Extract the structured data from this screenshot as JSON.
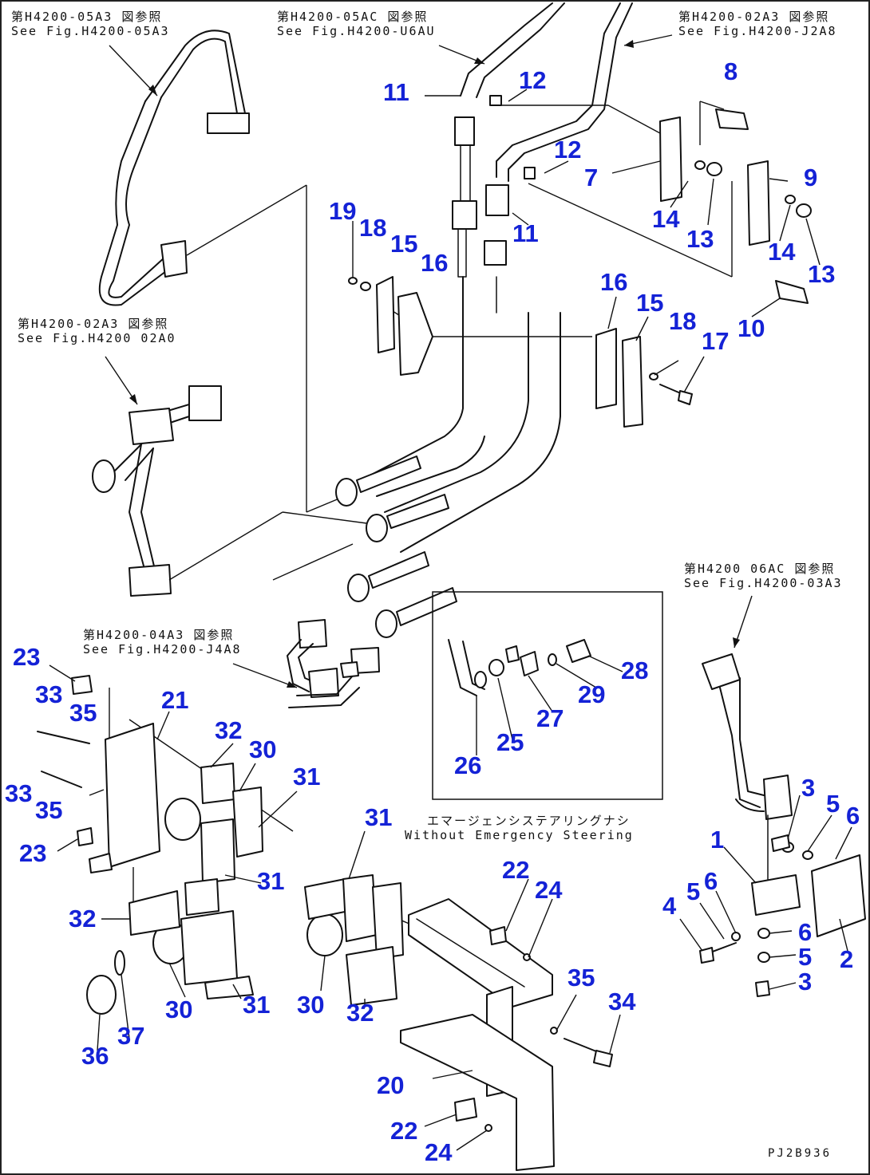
{
  "drawing_number": "PJ2B936",
  "references": {
    "top_left": {
      "jp": "第H4200-05A3 図参照",
      "en": "See Fig.H4200-05A3"
    },
    "top_center": {
      "jp": "第H4200-05AC 図参照",
      "en": "See Fig.H4200-U6AU"
    },
    "top_right": {
      "jp": "第H4200-02A3 図参照",
      "en": "See Fig.H4200-J2A8"
    },
    "mid_left": {
      "jp": "第H4200-02A3 図参照",
      "en": "See Fig.H4200 02A0"
    },
    "right": {
      "jp": "第H4200 06AC 図参照",
      "en": "See Fig.H4200-03A3"
    },
    "lower_left": {
      "jp": "第H4200-04A3 図参照",
      "en": "See Fig.H4200-J4A8"
    }
  },
  "inset_caption": {
    "jp": "エマージェンシステアリングナシ",
    "en": "Without Emergency Steering"
  },
  "callouts": [
    "1",
    "2",
    "3",
    "4",
    "5",
    "6",
    "7",
    "8",
    "9",
    "10",
    "11",
    "12",
    "13",
    "14",
    "15",
    "16",
    "17",
    "18",
    "19",
    "20",
    "21",
    "22",
    "23",
    "24",
    "25",
    "26",
    "27",
    "28",
    "29",
    "30",
    "31",
    "32",
    "33",
    "34",
    "35",
    "36",
    "37"
  ],
  "colors": {
    "line": "#111111",
    "callout": "#1422d6",
    "background": "#ffffff"
  }
}
